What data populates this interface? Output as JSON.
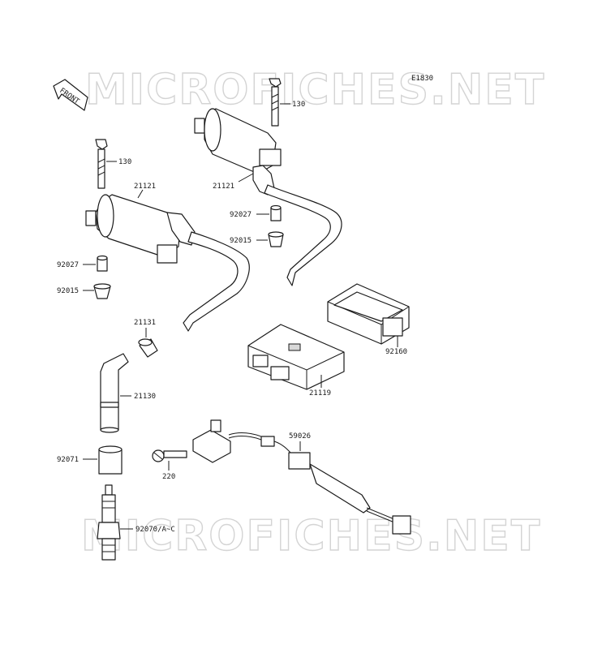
{
  "diagram": {
    "code": "E1830",
    "front_badge": "FRONT",
    "watermark": "MICROFICHES.NET"
  },
  "labels": {
    "bolt_right": "130",
    "bolt_left": "130",
    "coil_upper": "21121",
    "coil_lower": "21121",
    "collar_92027_right": "92027",
    "damper_92015_right": "92015",
    "collar_92027_left": "92027",
    "damper_92015_left": "92015",
    "cap_21131": "21131",
    "cap_21130": "21130",
    "cover_92160": "92160",
    "igniter_21119": "21119",
    "sensor_59026": "59026",
    "cap_92071": "92071",
    "screw_220": "220",
    "plug_92070": "92070/A~C"
  }
}
